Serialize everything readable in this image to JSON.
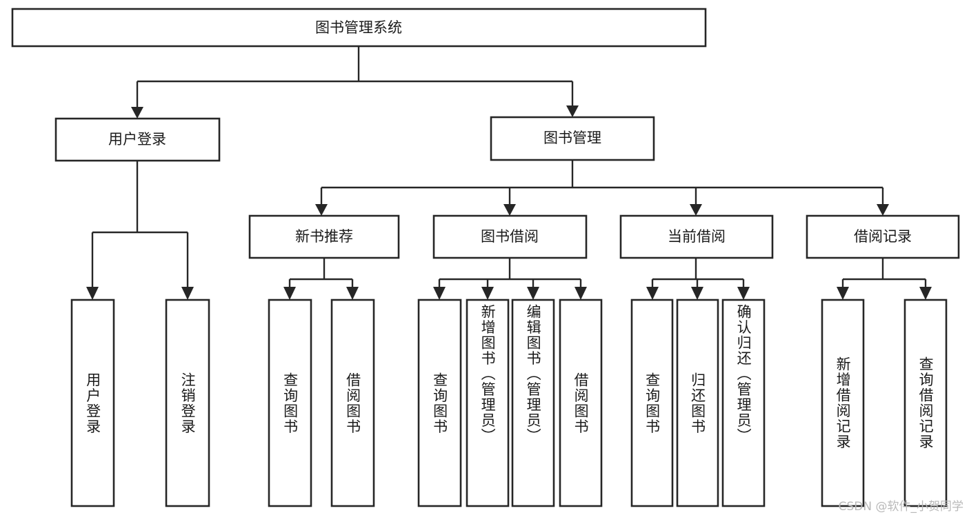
{
  "diagram": {
    "title": "图书管理系统",
    "type": "tree-hierarchy-chart",
    "colors": {
      "box_stroke": "#262626",
      "box_fill": "#ffffff",
      "edge": "#262626",
      "text": "#1a1a1a",
      "background": "#ffffff",
      "watermark": "#b9b9b9"
    },
    "root": {
      "label": "图书管理系统"
    },
    "level2": [
      {
        "label": "用户登录"
      },
      {
        "label": "图书管理"
      }
    ],
    "level3": [
      {
        "label": "新书推荐"
      },
      {
        "label": "图书借阅"
      },
      {
        "label": "当前借阅"
      },
      {
        "label": "借阅记录"
      }
    ],
    "leaves": {
      "user_login": [
        {
          "label": "用户登录"
        },
        {
          "label": "注销登录"
        }
      ],
      "new_book_recommend": [
        {
          "label": "查询图书"
        },
        {
          "label": "借阅图书"
        }
      ],
      "book_borrow": [
        {
          "label": "查询图书"
        },
        {
          "label": "新增图书（管理员）"
        },
        {
          "label": "编辑图书（管理员）"
        },
        {
          "label": "借阅图书"
        }
      ],
      "current_borrow": [
        {
          "label": "查询图书"
        },
        {
          "label": "归还图书"
        },
        {
          "label": "确认归还（管理员）"
        }
      ],
      "borrow_record": [
        {
          "label": "新增借阅记录"
        },
        {
          "label": "查询借阅记录"
        }
      ]
    }
  },
  "watermark": {
    "text": "CSDN @软件_小贺同学"
  }
}
